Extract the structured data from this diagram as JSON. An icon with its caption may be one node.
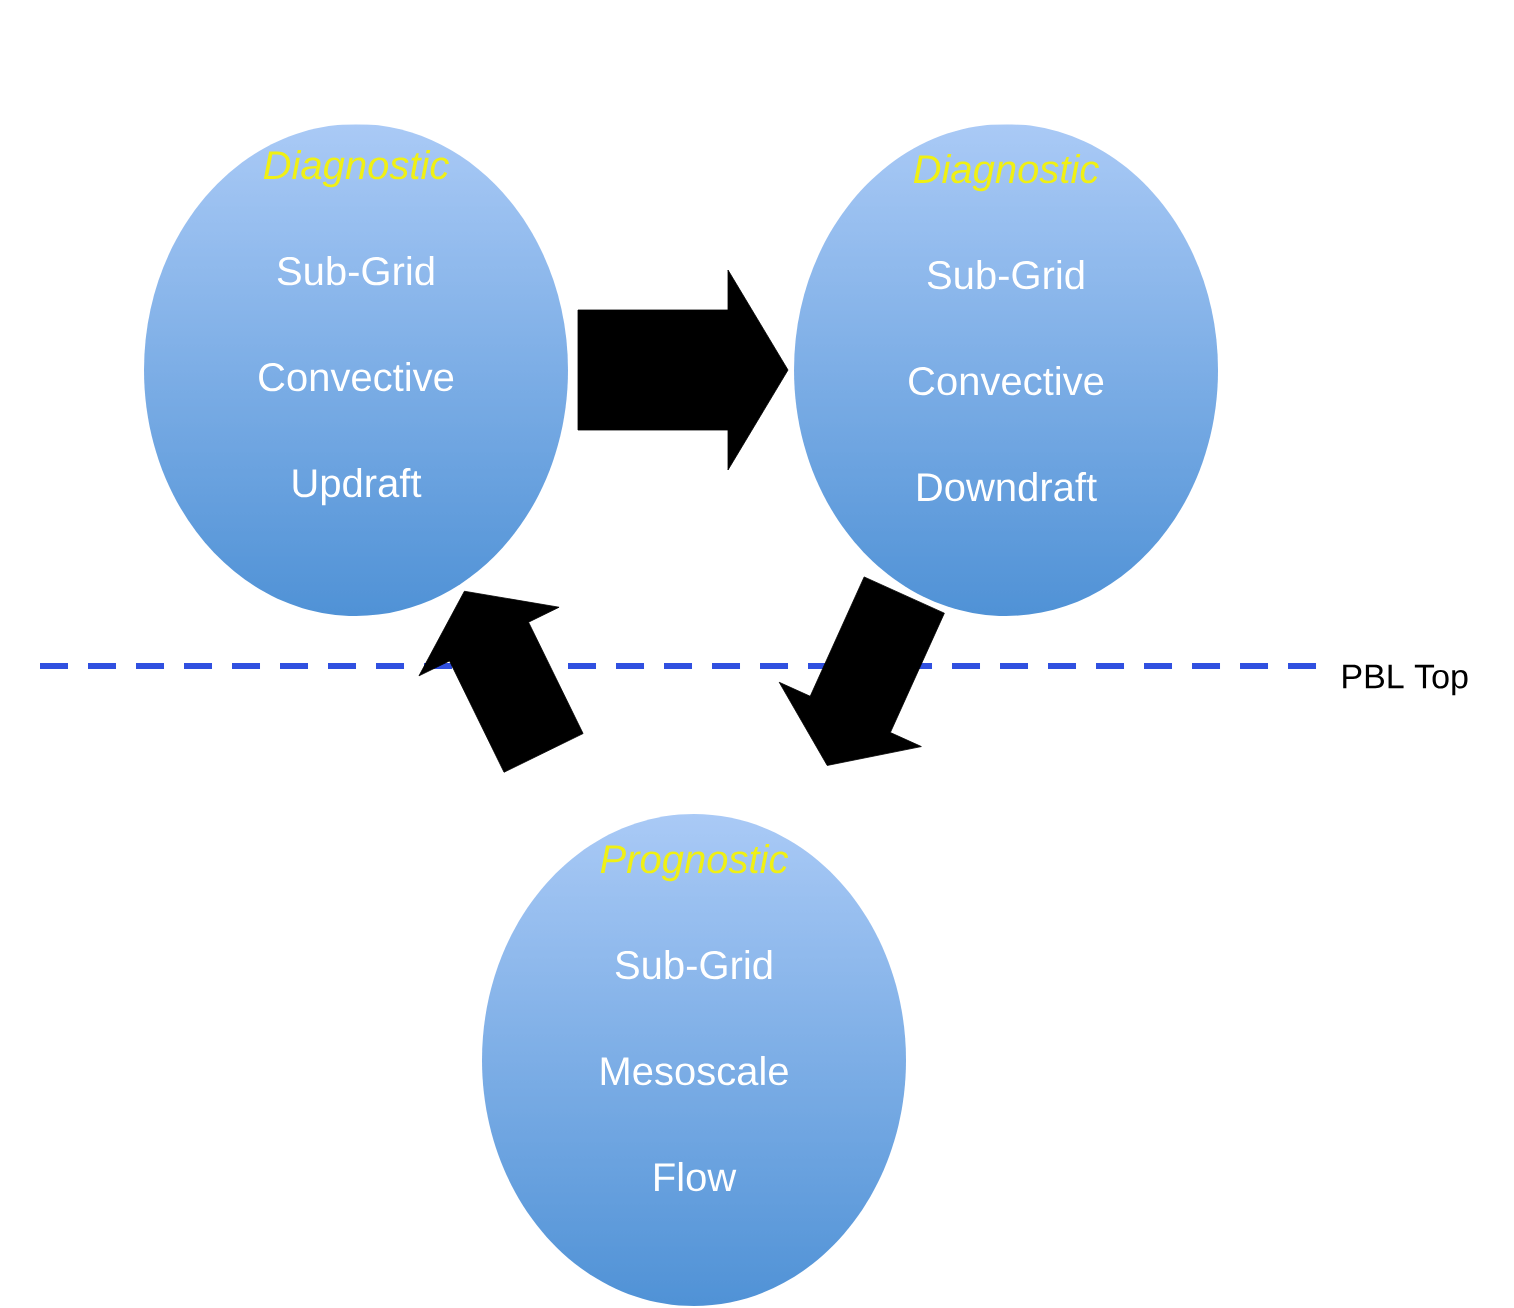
{
  "diagram": {
    "nodes": [
      {
        "text": [
          "Diagnostic",
          "Sub-Grid Convective Updraft"
        ]
      },
      {
        "text": [
          "Diagnostic",
          "Sub-Grid Convective Downdraft"
        ]
      },
      {
        "text": [
          "Prognostic",
          "Sub-Grid Mesoscale Flow"
        ]
      }
    ],
    "edges": [
      {
        "from": 0,
        "to": 1,
        "arrow": "to"
      },
      {
        "from": 1,
        "to": 2,
        "arrow": "to"
      },
      {
        "from": 2,
        "to": 0,
        "arrow": "to"
      }
    ],
    "labels": [
      "PBL Top"
    ]
  }
}
